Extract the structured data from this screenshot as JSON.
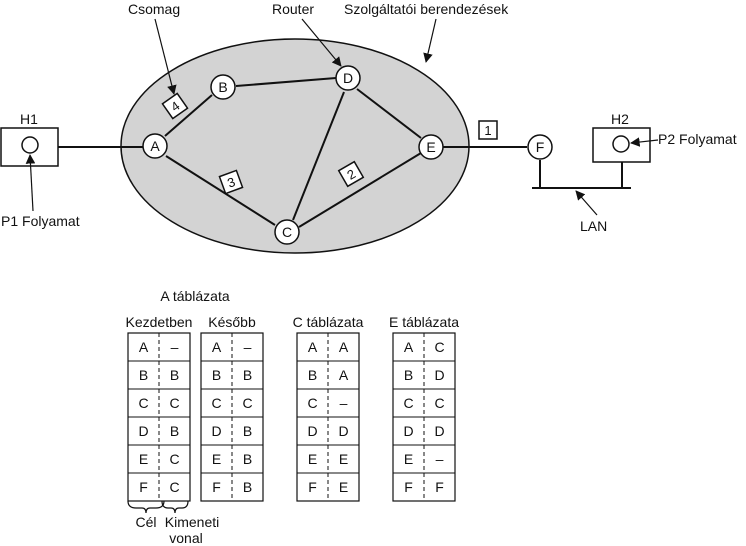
{
  "labels": {
    "packet": "Csomag",
    "router": "Router",
    "carrier_equipment": "Szolgáltatói berendezések",
    "process_p1": "P1 Folyamat",
    "process_p2": "P2 Folyamat",
    "lan": "LAN",
    "h1": "H1",
    "h2": "H2",
    "a_table": "A táblázata",
    "initially": "Kezdetben",
    "later": "Később",
    "c_table": "C táblázata",
    "e_table": "E táblázata",
    "destination": "Cél",
    "outgoing_line_1": "Kimeneti",
    "outgoing_line_2": "vonal"
  },
  "nodes": {
    "A": "A",
    "B": "B",
    "C": "C",
    "D": "D",
    "E": "E",
    "F": "F"
  },
  "packets": {
    "p1": "1",
    "p2": "2",
    "p3": "3",
    "p4": "4"
  },
  "tables": {
    "a_initially": [
      [
        "A",
        "–"
      ],
      [
        "B",
        "B"
      ],
      [
        "C",
        "C"
      ],
      [
        "D",
        "B"
      ],
      [
        "E",
        "C"
      ],
      [
        "F",
        "C"
      ]
    ],
    "a_later": [
      [
        "A",
        "–"
      ],
      [
        "B",
        "B"
      ],
      [
        "C",
        "C"
      ],
      [
        "D",
        "B"
      ],
      [
        "E",
        "B"
      ],
      [
        "F",
        "B"
      ]
    ],
    "c_table": [
      [
        "A",
        "A"
      ],
      [
        "B",
        "A"
      ],
      [
        "C",
        "–"
      ],
      [
        "D",
        "D"
      ],
      [
        "E",
        "E"
      ],
      [
        "F",
        "E"
      ]
    ],
    "e_table": [
      [
        "A",
        "C"
      ],
      [
        "B",
        "D"
      ],
      [
        "C",
        "C"
      ],
      [
        "D",
        "D"
      ],
      [
        "E",
        "–"
      ],
      [
        "F",
        "F"
      ]
    ]
  }
}
